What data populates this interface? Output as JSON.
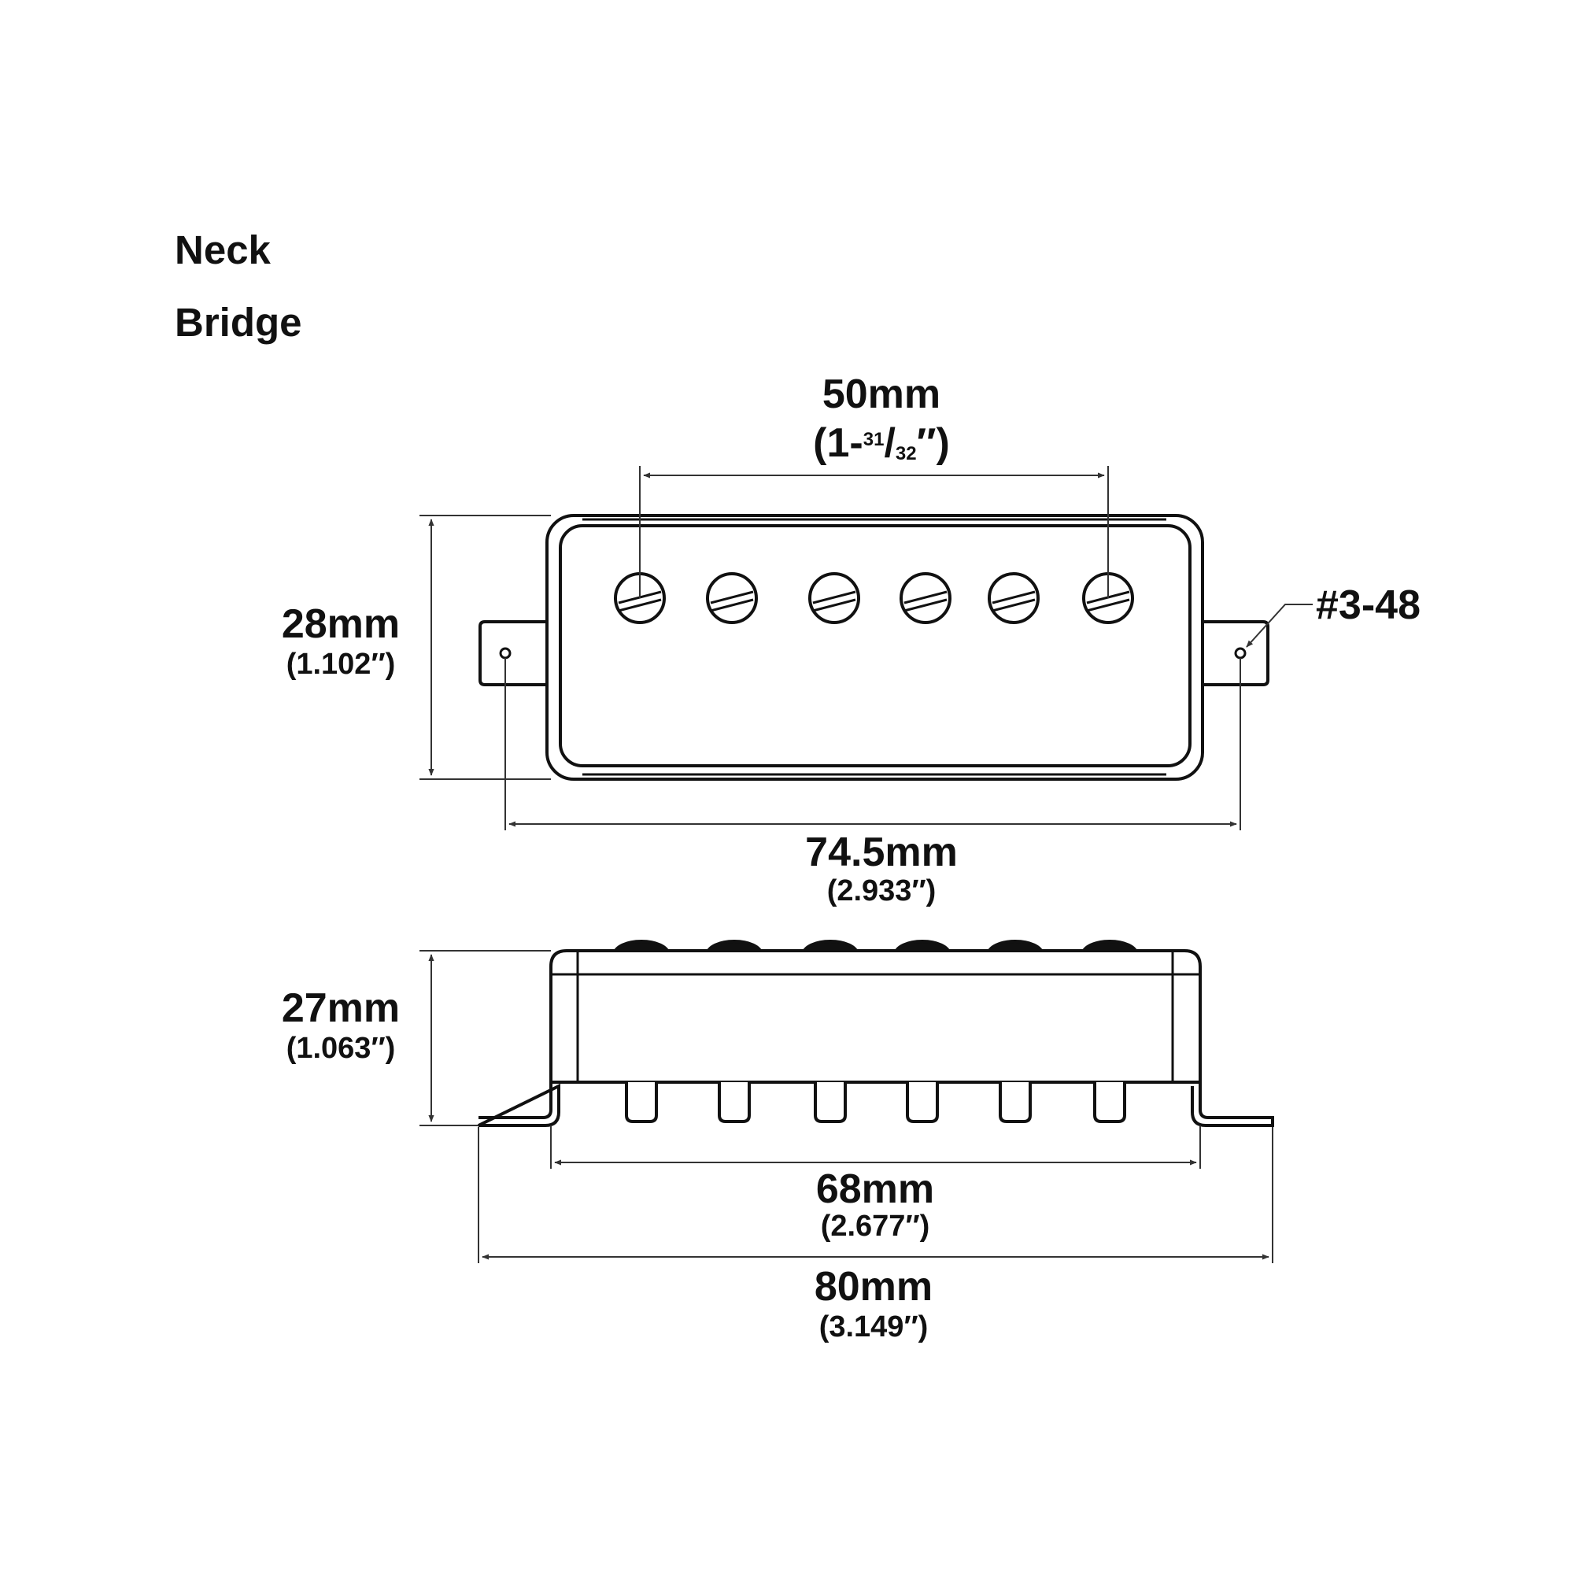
{
  "pickup_types": {
    "neck": "Neck",
    "bridge": "Bridge"
  },
  "top_view": {
    "pole_spacing": {
      "mm": "50mm",
      "inch_prefix": "(1-",
      "inch_numerator": "31",
      "inch_slash": "/",
      "inch_denominator": "32",
      "inch_suffix": "″)"
    },
    "height": {
      "mm": "28mm",
      "inch": "(1.102″)"
    },
    "mounting_width": {
      "mm": "74.5mm",
      "inch": "(2.933″)"
    },
    "screw_spec": "#3-48",
    "pole_count": 6
  },
  "side_view": {
    "height": {
      "mm": "27mm",
      "inch": "(1.063″)"
    },
    "cover_width": {
      "mm": "68mm",
      "inch": "(2.677″)"
    },
    "total_width": {
      "mm": "80mm",
      "inch": "(3.149″)"
    },
    "pole_count": 6
  },
  "colors": {
    "line": "#111111",
    "dimension_line": "#333333",
    "background": "#ffffff"
  }
}
